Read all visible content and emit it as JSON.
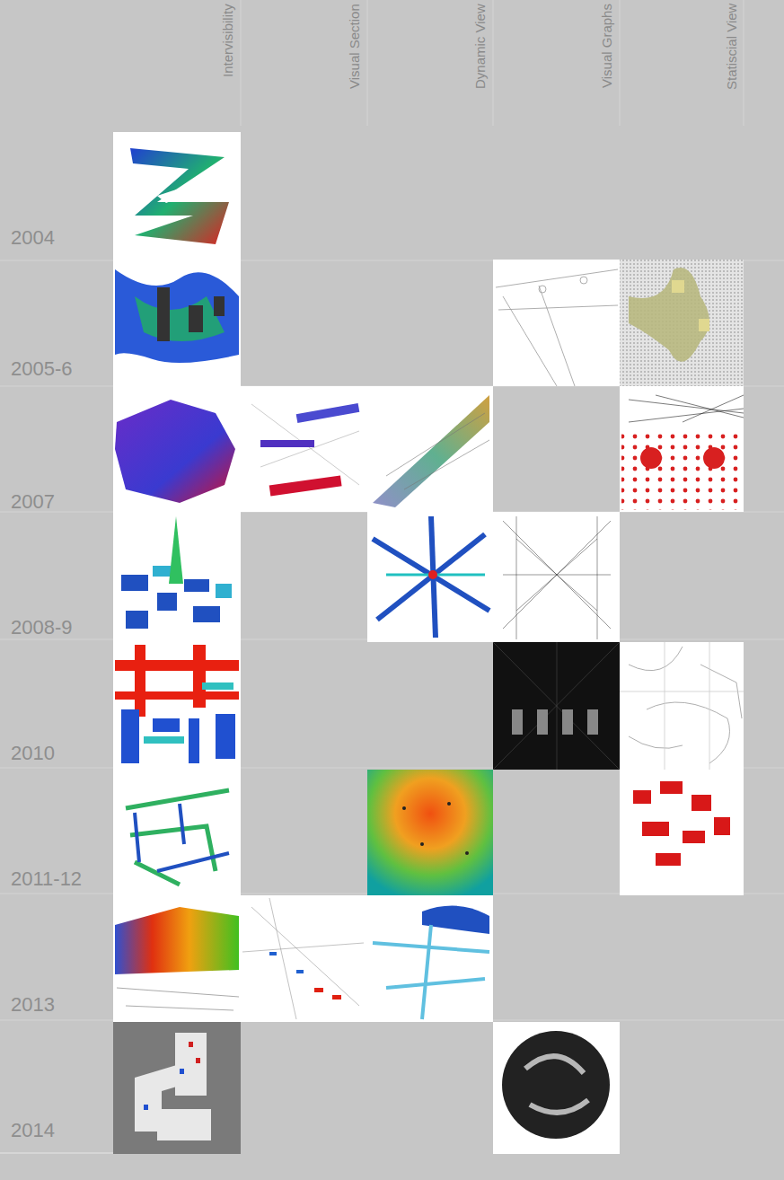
{
  "diagram": {
    "labels": [
      "Intervisibility",
      "Visual Section",
      "Dynamic View",
      "Visual Graphs",
      "Statiscial View",
      "2004",
      "2005-6",
      "2007",
      "2008-9",
      "2010",
      "2011-12",
      "2013",
      "2014"
    ]
  }
}
